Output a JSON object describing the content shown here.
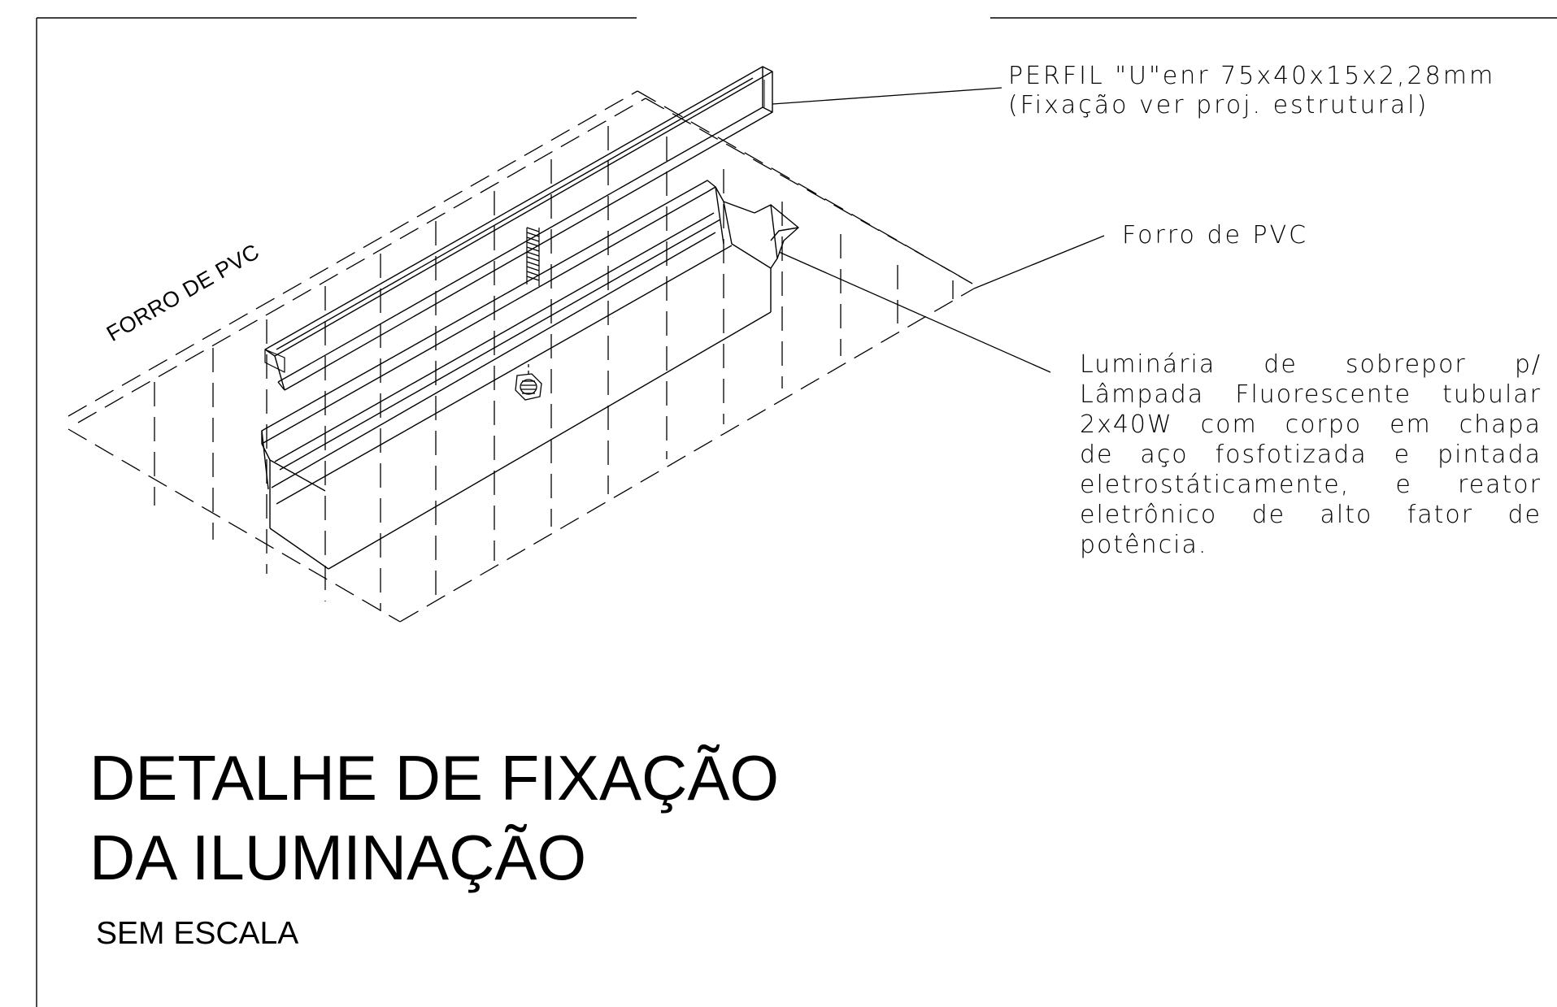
{
  "drawing": {
    "diagonal_label": "FORRO DE PVC",
    "callouts": {
      "perfil": {
        "line1": "PERFIL \"U\"enr 75x40x15x2,28mm",
        "line2": "(Fixação ver proj. estrutural)"
      },
      "forro": "Forro de PVC",
      "luminaria": [
        "Luminária de sobrepor p/",
        "Lâmpada Fluorescente tubular",
        "2x40W com corpo em chapa",
        "de aço fosfotizada e pintada",
        "eletrostáticamente, e reator",
        "eletrônico de alto fator de",
        "potência."
      ]
    }
  },
  "title_block": {
    "line1": "DETALHE DE FIXAÇÃO",
    "line2": "DA ILUMINAÇÃO",
    "scale_note": "SEM ESCALA"
  }
}
